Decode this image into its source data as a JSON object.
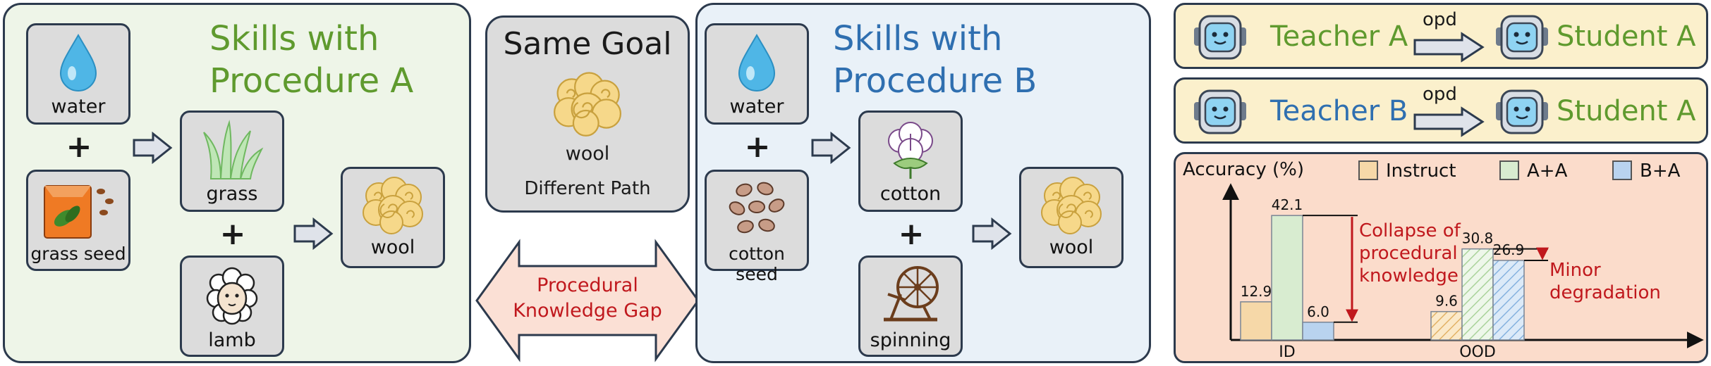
{
  "procedure_a": {
    "title_line1": "Skills with",
    "title_line2": "Procedure A",
    "water": "water",
    "grass_seed": "grass seed",
    "grass": "grass",
    "lamb": "lamb",
    "wool": "wool"
  },
  "same_goal": {
    "title": "Same Goal",
    "wool": "wool",
    "subtitle": "Different Path"
  },
  "gap": {
    "line1": "Procedural",
    "line2": "Knowledge Gap"
  },
  "procedure_b": {
    "title_line1": "Skills with",
    "title_line2": "Procedure B",
    "water": "water",
    "cotton_seed": "cotton seed",
    "cotton": "cotton",
    "spinning": "spinning",
    "wool": "wool"
  },
  "distill": {
    "row1": {
      "teacher": "Teacher A",
      "arrow": "opd",
      "student": "Student A"
    },
    "row2": {
      "teacher": "Teacher B",
      "arrow": "opd",
      "student": "Student A"
    }
  },
  "chart_data": {
    "type": "bar",
    "ylabel": "Accuracy (%)",
    "categories": [
      "ID",
      "OOD"
    ],
    "series": [
      {
        "name": "Instruct",
        "values": [
          12.9,
          9.6
        ]
      },
      {
        "name": "A+A",
        "values": [
          42.1,
          30.8
        ]
      },
      {
        "name": "B+A",
        "values": [
          6.0,
          26.9
        ]
      }
    ],
    "annotations": [
      {
        "text_line1": "Collapse of",
        "text_line2": "procedural",
        "text_line3": "knowledge"
      },
      {
        "text_line1": "Minor",
        "text_line2": "degradation"
      }
    ],
    "ylim": [
      0,
      50
    ],
    "colors": {
      "Instruct": "#f6d8a8",
      "A+A": "#d8ecd0",
      "B+A": "#b9d3ef",
      "arrow": "#c0181d",
      "panel": "#fbdccb"
    }
  }
}
